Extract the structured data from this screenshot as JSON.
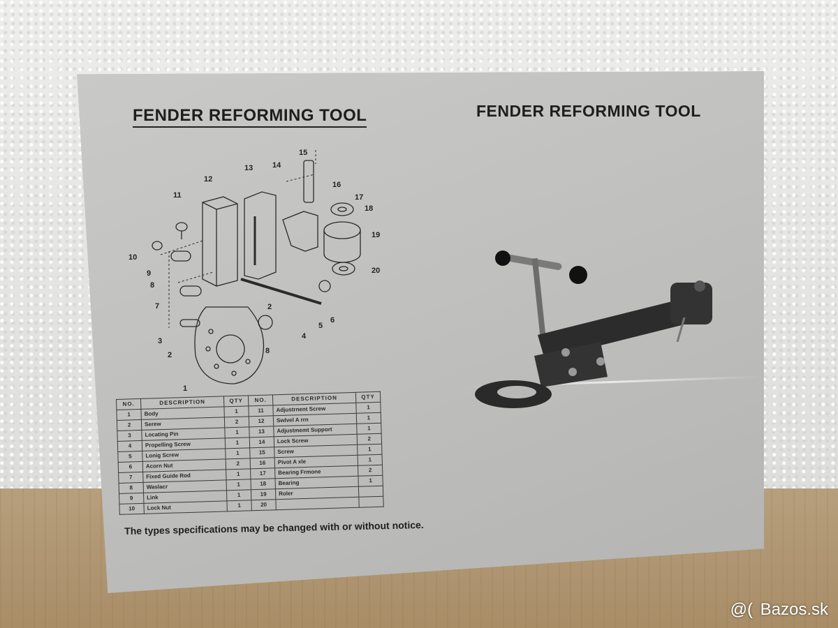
{
  "paper": {
    "heading_left": "FENDER REFORMING TOOL",
    "heading_right": "FENDER REFORMING TOOL",
    "notice": "The types specifications may be changed with or without notice."
  },
  "diagram_labels": [
    "1",
    "2",
    "2",
    "3",
    "4",
    "5",
    "6",
    "7",
    "8",
    "8",
    "9",
    "10",
    "11",
    "12",
    "13",
    "14",
    "15",
    "16",
    "17",
    "18",
    "19",
    "20"
  ],
  "table": {
    "headers": [
      "NO.",
      "DESCRIPTION",
      "QTY",
      "NO.",
      "DESCRIPTION",
      "QTY"
    ],
    "rows": [
      {
        "no1": "1",
        "desc1": "Body",
        "qty1": "1",
        "no2": "11",
        "desc2": "Adjustrnent Screw",
        "qty2": "1"
      },
      {
        "no1": "2",
        "desc1": "Serew",
        "qty1": "2",
        "no2": "12",
        "desc2": "Swlvel A rrn",
        "qty2": "1"
      },
      {
        "no1": "3",
        "desc1": "Locating Pin",
        "qty1": "1",
        "no2": "13",
        "desc2": "Adjustmemt Support",
        "qty2": "1"
      },
      {
        "no1": "4",
        "desc1": "Propelling Screw",
        "qty1": "1",
        "no2": "14",
        "desc2": "Lock Screw",
        "qty2": "2"
      },
      {
        "no1": "5",
        "desc1": "Lonig Screw",
        "qty1": "1",
        "no2": "15",
        "desc2": "Screw",
        "qty2": "1"
      },
      {
        "no1": "6",
        "desc1": "Acorn Nut",
        "qty1": "2",
        "no2": "16",
        "desc2": "Pivot A xle",
        "qty2": "1"
      },
      {
        "no1": "7",
        "desc1": "Fixed Guide Rod",
        "qty1": "1",
        "no2": "17",
        "desc2": "Bearing Frmone",
        "qty2": "2"
      },
      {
        "no1": "8",
        "desc1": "Waslacr",
        "qty1": "1",
        "no2": "18",
        "desc2": "Bearing",
        "qty2": "1"
      },
      {
        "no1": "9",
        "desc1": "Link",
        "qty1": "1",
        "no2": "19",
        "desc2": "Roler",
        "qty2": ""
      },
      {
        "no1": "10",
        "desc1": "Lock Nut",
        "qty1": "1",
        "no2": "20",
        "desc2": "",
        "qty2": ""
      }
    ]
  },
  "watermark": "Bazos.sk",
  "colors": {
    "ink": "#222222",
    "paper": "#c4c4c2",
    "metal": "#3a3a3a"
  }
}
